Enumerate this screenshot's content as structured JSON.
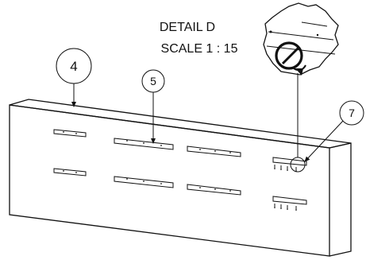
{
  "detail": {
    "title": "DETAIL D",
    "scale": "SCALE 1 : 15"
  },
  "balloons": [
    {
      "id": "balloon-4",
      "label": "4"
    },
    {
      "id": "balloon-5",
      "label": "5"
    },
    {
      "id": "balloon-7",
      "label": "7"
    }
  ]
}
